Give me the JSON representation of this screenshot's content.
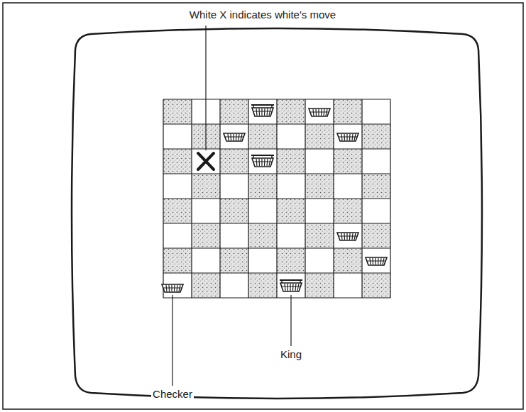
{
  "diagram": {
    "labels": [
      "White X indicates white's move",
      "King",
      "Checker"
    ]
  }
}
